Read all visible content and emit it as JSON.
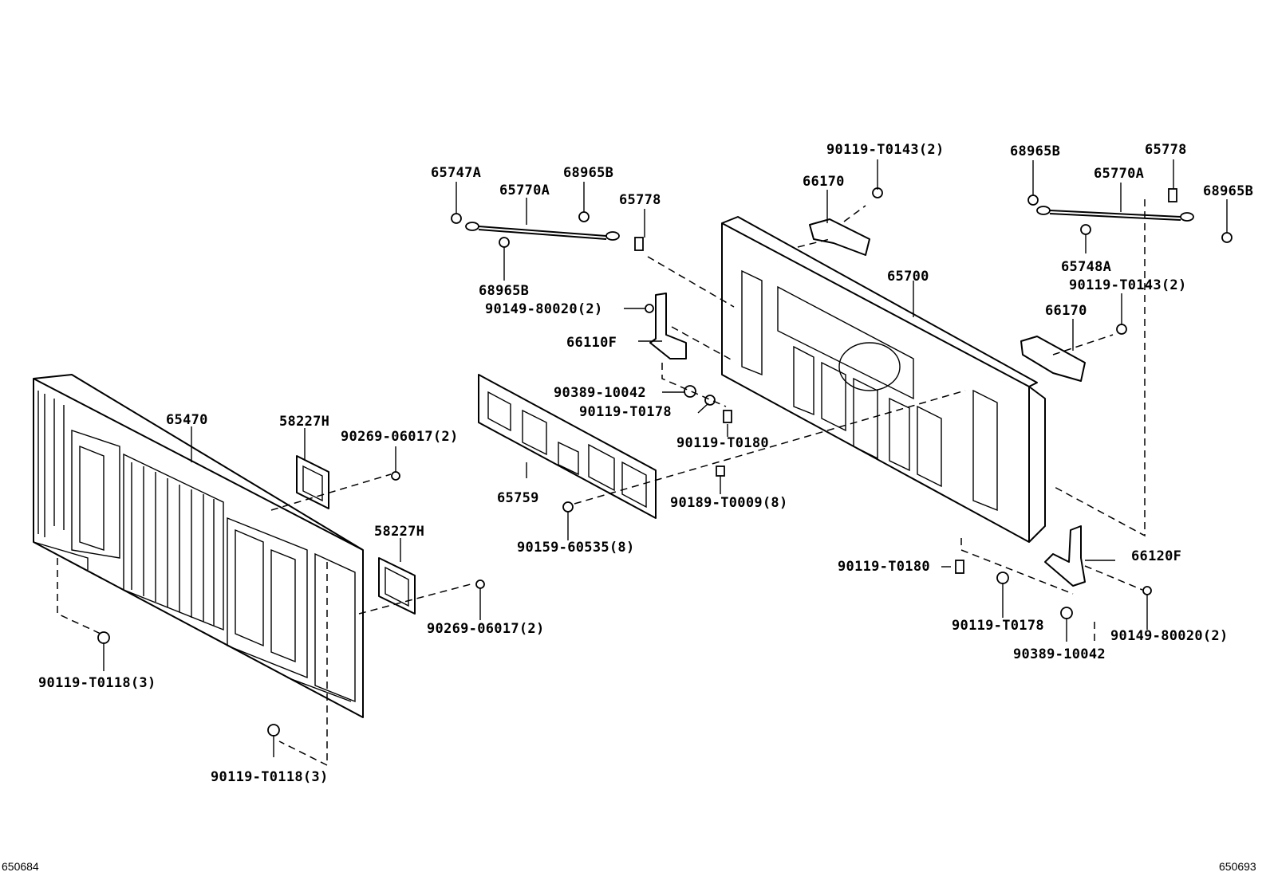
{
  "diagram": {
    "labels": {
      "l_65747A": "65747A",
      "l_65770A_left": "65770A",
      "l_68965B_left_top": "68965B",
      "l_65778_left": "65778",
      "l_68965B_left_bottom": "68965B",
      "l_90149_left": "90149-80020(2)",
      "l_66110F": "66110F",
      "l_90389_left": "90389-10042",
      "l_90119T0178_left": "90119-T0178",
      "l_90119T0180_top": "90119-T0180",
      "l_90189": "90189-T0009(8)",
      "l_90159": "90159-60535(8)",
      "l_65759": "65759",
      "l_65470": "65470",
      "l_58227H_top": "58227H",
      "l_90269_top": "90269-06017(2)",
      "l_58227H_bottom": "58227H",
      "l_90269_bottom": "90269-06017(2)",
      "l_90119T0118_left": "90119-T0118(3)",
      "l_90119T0118_bottom": "90119-T0118(3)",
      "l_90119T0143_top": "90119-T0143(2)",
      "l_66170_top": "66170",
      "l_65700": "65700",
      "l_68965B_right_top": "68965B",
      "l_65778_right": "65778",
      "l_65770A_right": "65770A",
      "l_68965B_right": "68965B",
      "l_65748A": "65748A",
      "l_90119T0143_right": "90119-T0143(2)",
      "l_66170_right": "66170",
      "l_66120F": "66120F",
      "l_90119T0180_bottom": "90119-T0180",
      "l_90119T0178_right": "90119-T0178",
      "l_90389_right": "90389-10042",
      "l_90149_right": "90149-80020(2)"
    },
    "ref_left": "650684",
    "ref_right": "650693"
  }
}
